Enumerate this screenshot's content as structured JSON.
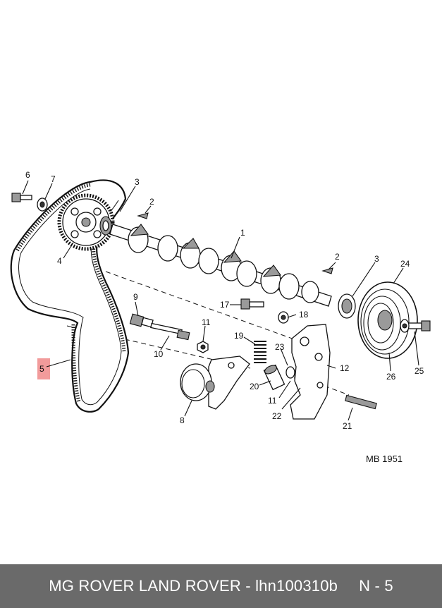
{
  "diagram": {
    "callouts": {
      "c1": "1",
      "c2a": "2",
      "c2b": "2",
      "c3a": "3",
      "c3b": "3",
      "c4": "4",
      "c5": "5",
      "c6": "6",
      "c7": "7",
      "c8": "8",
      "c9": "9",
      "c10": "10",
      "c11a": "11",
      "c11b": "11",
      "c12": "12",
      "c17": "17",
      "c18": "18",
      "c19": "19",
      "c20": "20",
      "c21": "21",
      "c22": "22",
      "c23": "23",
      "c24": "24",
      "c25": "25",
      "c26": "26"
    },
    "drawing_ref": "MB 1951",
    "highlighted_callout": "5",
    "highlight_color": "#f08a8a"
  },
  "footer": {
    "brand_part": "MG ROVER LAND ROVER - lhn100310b",
    "position": "N - 5",
    "background": "#6a6a6a"
  }
}
